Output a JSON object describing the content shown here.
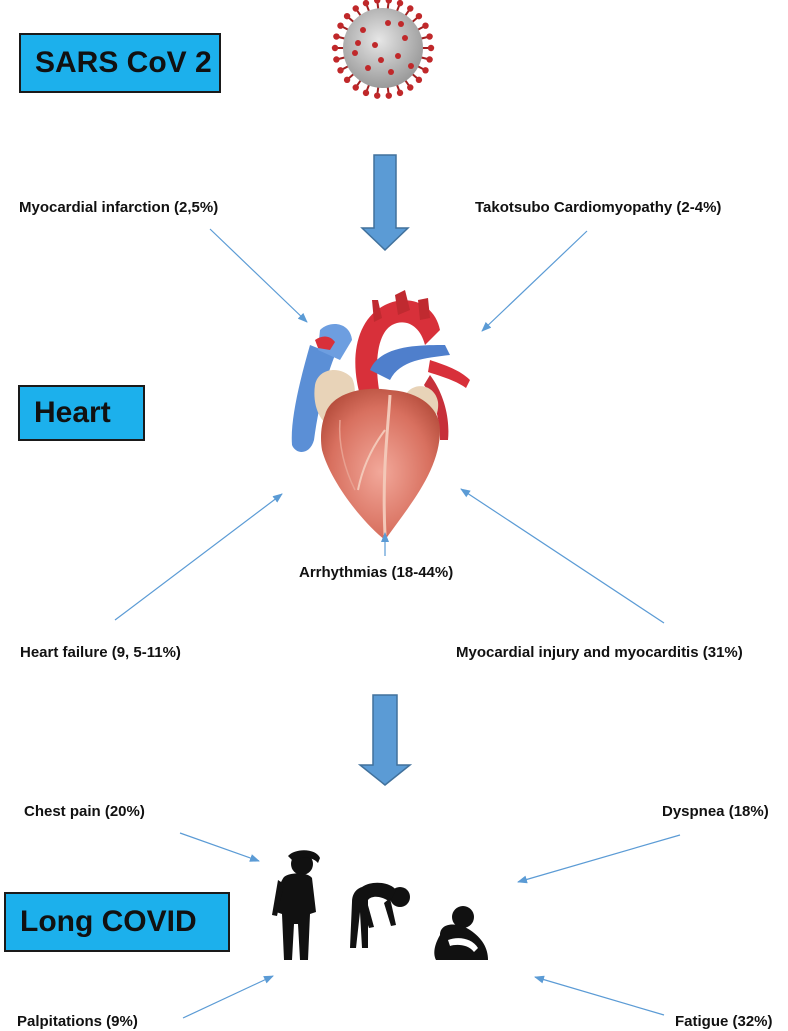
{
  "boxes": {
    "sars": "SARS CoV 2",
    "heart": "Heart",
    "long_covid": "Long COVID"
  },
  "cardiac_labels": {
    "myocardial_infarction": "Myocardial infarction (2,5%)",
    "takotsubo": "Takotsubo  Cardiomyopathy (2-4%)",
    "arrhythmias": "Arrhythmias (18-44%)",
    "heart_failure": "Heart failure (9, 5-11%)",
    "myocardial_injury": "Myocardial injury and myocarditis (31%)"
  },
  "symptom_labels": {
    "chest_pain": "Chest pain (20%)",
    "dyspnea": "Dyspnea (18%)",
    "palpitations": "Palpitations (9%)",
    "fatigue": "Fatigue (32%)"
  },
  "icons": {
    "virus": "coronavirus-icon",
    "heart": "anatomical-heart-icon",
    "people": "unwell-people-icons"
  },
  "colors": {
    "box_fill": "#1cb0ec",
    "arrow_blue": "#5b9bd5",
    "big_arrow_border": "#41719c"
  }
}
